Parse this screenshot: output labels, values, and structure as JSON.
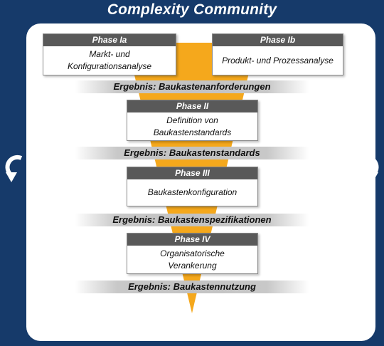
{
  "title": "Complexity Community",
  "phases": [
    {
      "header": "Phase Ia",
      "body": "Markt- und\nKonfigurationsanalyse"
    },
    {
      "header": "Phase Ib",
      "body": "Produkt- und Prozessanalyse"
    },
    {
      "header": "Phase II",
      "body": "Definition von\nBaukastenstandards"
    },
    {
      "header": "Phase III",
      "body": "Baukastenkonfiguration"
    },
    {
      "header": "Phase IV",
      "body": "Organisatorische\nVerankerung"
    }
  ],
  "results": [
    "Ergebnis: Baukastenanforderungen",
    "Ergebnis: Baukastenstandards",
    "Ergebnis: Baukastenspezifikationen",
    "Ergebnis: Baukastennutzung"
  ],
  "icons": {
    "left": "cycle-arrows-icon",
    "right": "cycle-arrows-icon"
  },
  "colors": {
    "background": "#163a6a",
    "funnel": "#f5a81c",
    "header": "#595959"
  }
}
